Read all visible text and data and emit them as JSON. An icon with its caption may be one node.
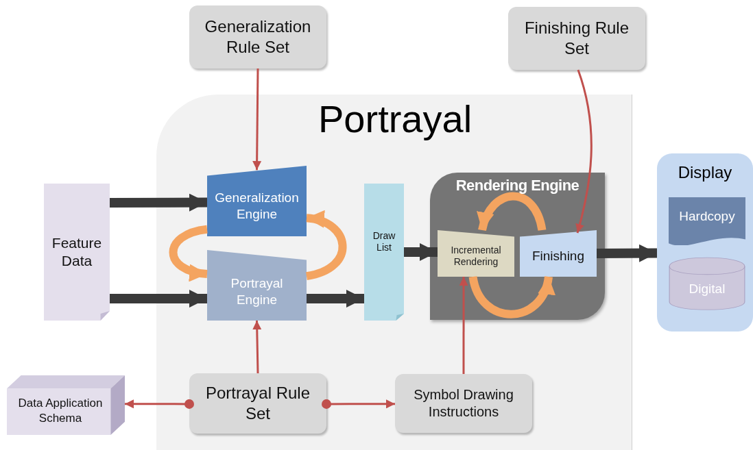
{
  "diagram": {
    "nodes": [
      {
        "text": [
          "Portrayal"
        ]
      },
      {
        "text": [
          "Generalization Rule Set"
        ]
      },
      {
        "text": [
          "Finishing Rule Set"
        ]
      },
      {
        "text": [
          "Feature Data"
        ]
      },
      {
        "text": [
          "Generalization Engine"
        ],
        "in": 0
      },
      {
        "text": [
          "Portrayal Engine"
        ],
        "in": 0
      },
      {
        "text": [
          "Draw List"
        ],
        "in": 0
      },
      {
        "text": [
          "Rendering Engine"
        ],
        "in": 0
      },
      {
        "text": [
          "Incremental Rendering"
        ],
        "in": 7
      },
      {
        "text": [
          "Finishing"
        ],
        "in": 7
      },
      {
        "text": [
          "Display"
        ]
      },
      {
        "text": [
          "Hardcopy"
        ],
        "in": 10
      },
      {
        "text": [
          "Digital"
        ],
        "in": 10
      },
      {
        "text": [
          "Data Application Schema"
        ]
      },
      {
        "text": [
          "Portrayal Rule Set"
        ],
        "in": 0
      },
      {
        "text": [
          "Symbol Drawing Instructions"
        ],
        "in": 0
      }
    ],
    "edges": [
      {
        "from": 1,
        "to": 4,
        "arrow": "to",
        "color": "#c0504d"
      },
      {
        "from": 2,
        "to": 9,
        "arrow": "to",
        "color": "#c0504d"
      },
      {
        "from": 3,
        "to": 4,
        "arrow": "to",
        "color": "#3a3a3a"
      },
      {
        "from": 3,
        "to": 5,
        "arrow": "to",
        "color": "#3a3a3a"
      },
      {
        "from": 5,
        "to": 6,
        "arrow": "to",
        "color": "#3a3a3a"
      },
      {
        "from": 6,
        "to": 8,
        "arrow": "to",
        "color": "#3a3a3a"
      },
      {
        "from": 9,
        "to": 10,
        "arrow": "to",
        "color": "#3a3a3a"
      },
      {
        "from": 14,
        "to": 5,
        "arrow": "to",
        "color": "#c0504d"
      },
      {
        "from": 15,
        "to": 8,
        "arrow": "to",
        "color": "#c0504d"
      },
      {
        "from": 14,
        "to": 13,
        "arrow": "to",
        "color": "#c0504d"
      },
      {
        "from": 14,
        "to": 15,
        "arrow": "to",
        "color": "#c0504d"
      },
      {
        "from": 4,
        "to": 5,
        "arrow": "to",
        "color": "#f4a460"
      },
      {
        "from": 5,
        "to": 4,
        "arrow": "to",
        "color": "#f4a460"
      },
      {
        "from": 9,
        "to": 8,
        "arrow": "to",
        "color": "#f4a460"
      },
      {
        "from": 8,
        "to": 9,
        "arrow": "to",
        "color": "#f4a460"
      }
    ]
  }
}
